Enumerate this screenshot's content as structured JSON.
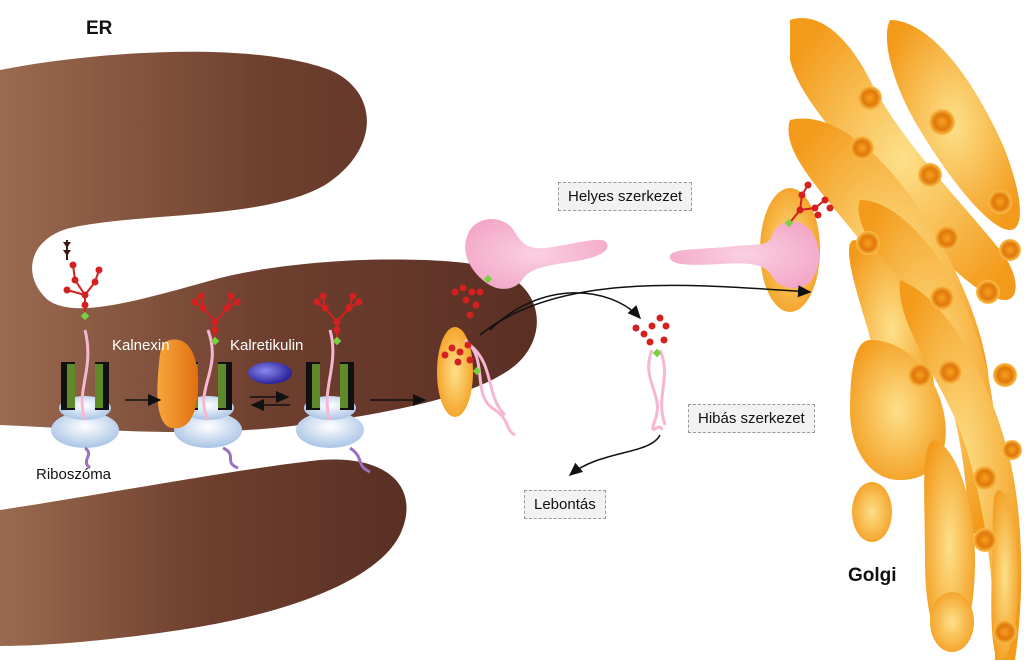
{
  "labels": {
    "er": "ER",
    "golgi": "Golgi",
    "ribosome": "Riboszóma",
    "calnexin": "Kalnexin",
    "calreticulin": "Kalretikulin",
    "correct": "Helyes szerkezet",
    "misfolded": "Hibás szerkezet",
    "degradation": "Lebontás"
  },
  "colors": {
    "er": "#6b3a2c",
    "golgi": "#f5a21c",
    "golgi_light": "#fcd16a",
    "protein": "#f7b6d2",
    "glycan": "#d32020",
    "glucose": "#7ad13f",
    "ribosome": "#cfe0f5",
    "translocon": "#2e5a1c",
    "calnexin": "#f08c1a",
    "calreticulin": "#4a3fc0"
  },
  "icons": {
    "ribosome": "ribosome-icon",
    "translocon": "translocon-channel-icon",
    "glycan": "glycan-tree-icon",
    "calreticulin": "calreticulin-icon",
    "calnexin": "calnexin-icon"
  }
}
